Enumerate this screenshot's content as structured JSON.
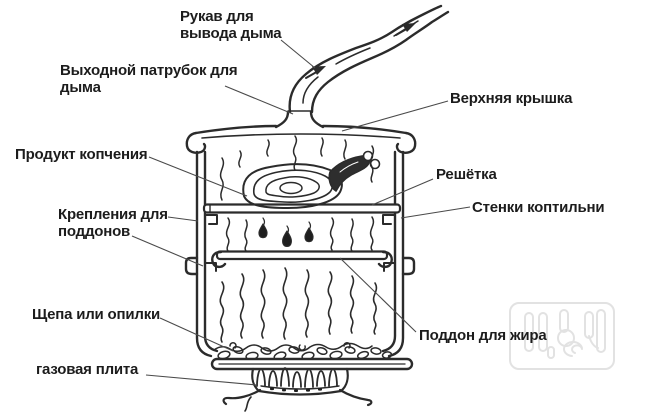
{
  "diagram": {
    "labels": {
      "smoke_hose": "Рукав для\nвывода дыма",
      "smoke_outlet": "Выходной патрубок для\nдыма",
      "top_lid": "Верхняя крышка",
      "smoked_product": "Продукт копчения",
      "grate": "Решётка",
      "tray_mounts": "Крепления для\nподдонов",
      "smoker_walls": "Стенки коптильни",
      "wood_chips": "Щепа или опилки",
      "fat_tray": "Поддон для жира",
      "gas_stove": "газовая плита"
    },
    "colors": {
      "ink": "#2b2b2b",
      "leader_line": "#4a4a4a",
      "text": "#1c1c1c",
      "background": "#ffffff",
      "watermark": "#e2e2e2"
    }
  }
}
